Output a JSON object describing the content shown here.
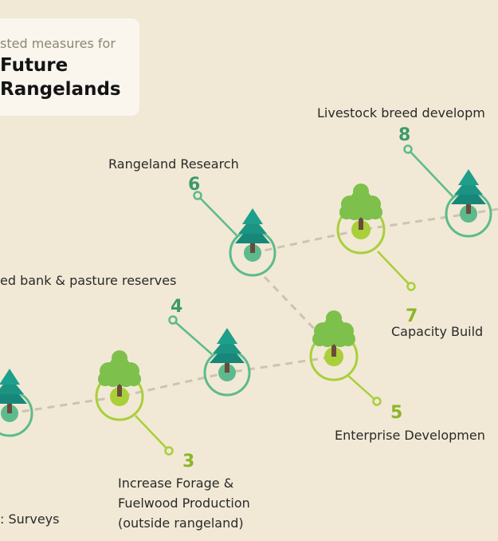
{
  "title": {
    "subtitle": "sted measures for",
    "line1": "Future",
    "line2": "Rangelands"
  },
  "colors": {
    "background": "#f1e9d5",
    "pine": "#17877a",
    "pine_ring": "#5dba8c",
    "leaf": "#7dc04b",
    "lime_ring": "#a9cf3a",
    "num_dark": "#3d9a6b",
    "num_lime": "#8db52a"
  },
  "measures": [
    {
      "number": "3",
      "label": [
        "Increase Forage &",
        "Fuelwood Production",
        "(outside rangeland)"
      ]
    },
    {
      "number": "4",
      "label": [
        "ed bank & pasture reserves"
      ]
    },
    {
      "number": "5",
      "label": [
        "Enterprise Developmen"
      ]
    },
    {
      "number": "6",
      "label": [
        "Rangeland Research"
      ]
    },
    {
      "number": "7",
      "label": [
        "Capacity Build"
      ]
    },
    {
      "number": "8",
      "label": [
        "Livestock breed developm"
      ]
    },
    {
      "number": "",
      "label": [
        ": Surveys"
      ]
    }
  ]
}
